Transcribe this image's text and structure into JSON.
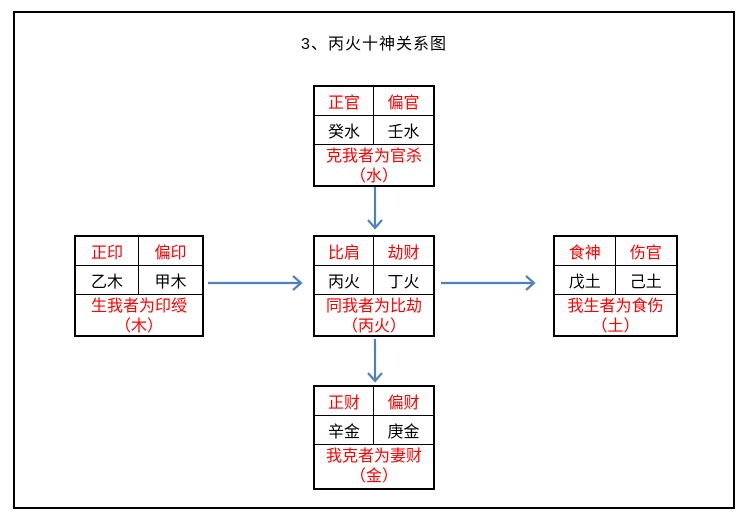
{
  "title": "3、丙火十神关系图",
  "colors": {
    "red_text": "#ff0000",
    "black_text": "#000000",
    "arrow_blue": "#4f81bd",
    "border_black": "#000000",
    "background": "#ffffff"
  },
  "boxes": {
    "top": {
      "headers": [
        "正官",
        "偏官"
      ],
      "stems": [
        "癸水",
        "壬水"
      ],
      "desc_line1": "克我者为官杀",
      "desc_line2": "（水）"
    },
    "left": {
      "headers": [
        "正印",
        "偏印"
      ],
      "stems": [
        "乙木",
        "甲木"
      ],
      "desc_line1": "生我者为印绶",
      "desc_line2": "（木）"
    },
    "center": {
      "headers": [
        "比肩",
        "劫财"
      ],
      "stems": [
        "丙火",
        "丁火"
      ],
      "desc_line1": "同我者为比劫",
      "desc_line2": "（丙火）"
    },
    "right": {
      "headers": [
        "食神",
        "伤官"
      ],
      "stems": [
        "戊土",
        "己土"
      ],
      "desc_line1": "我生者为食伤",
      "desc_line2": "（土）"
    },
    "bottom": {
      "headers": [
        "正财",
        "偏财"
      ],
      "stems": [
        "辛金",
        "庚金"
      ],
      "desc_line1": "我克者为妻财",
      "desc_line2": "（金）"
    }
  }
}
